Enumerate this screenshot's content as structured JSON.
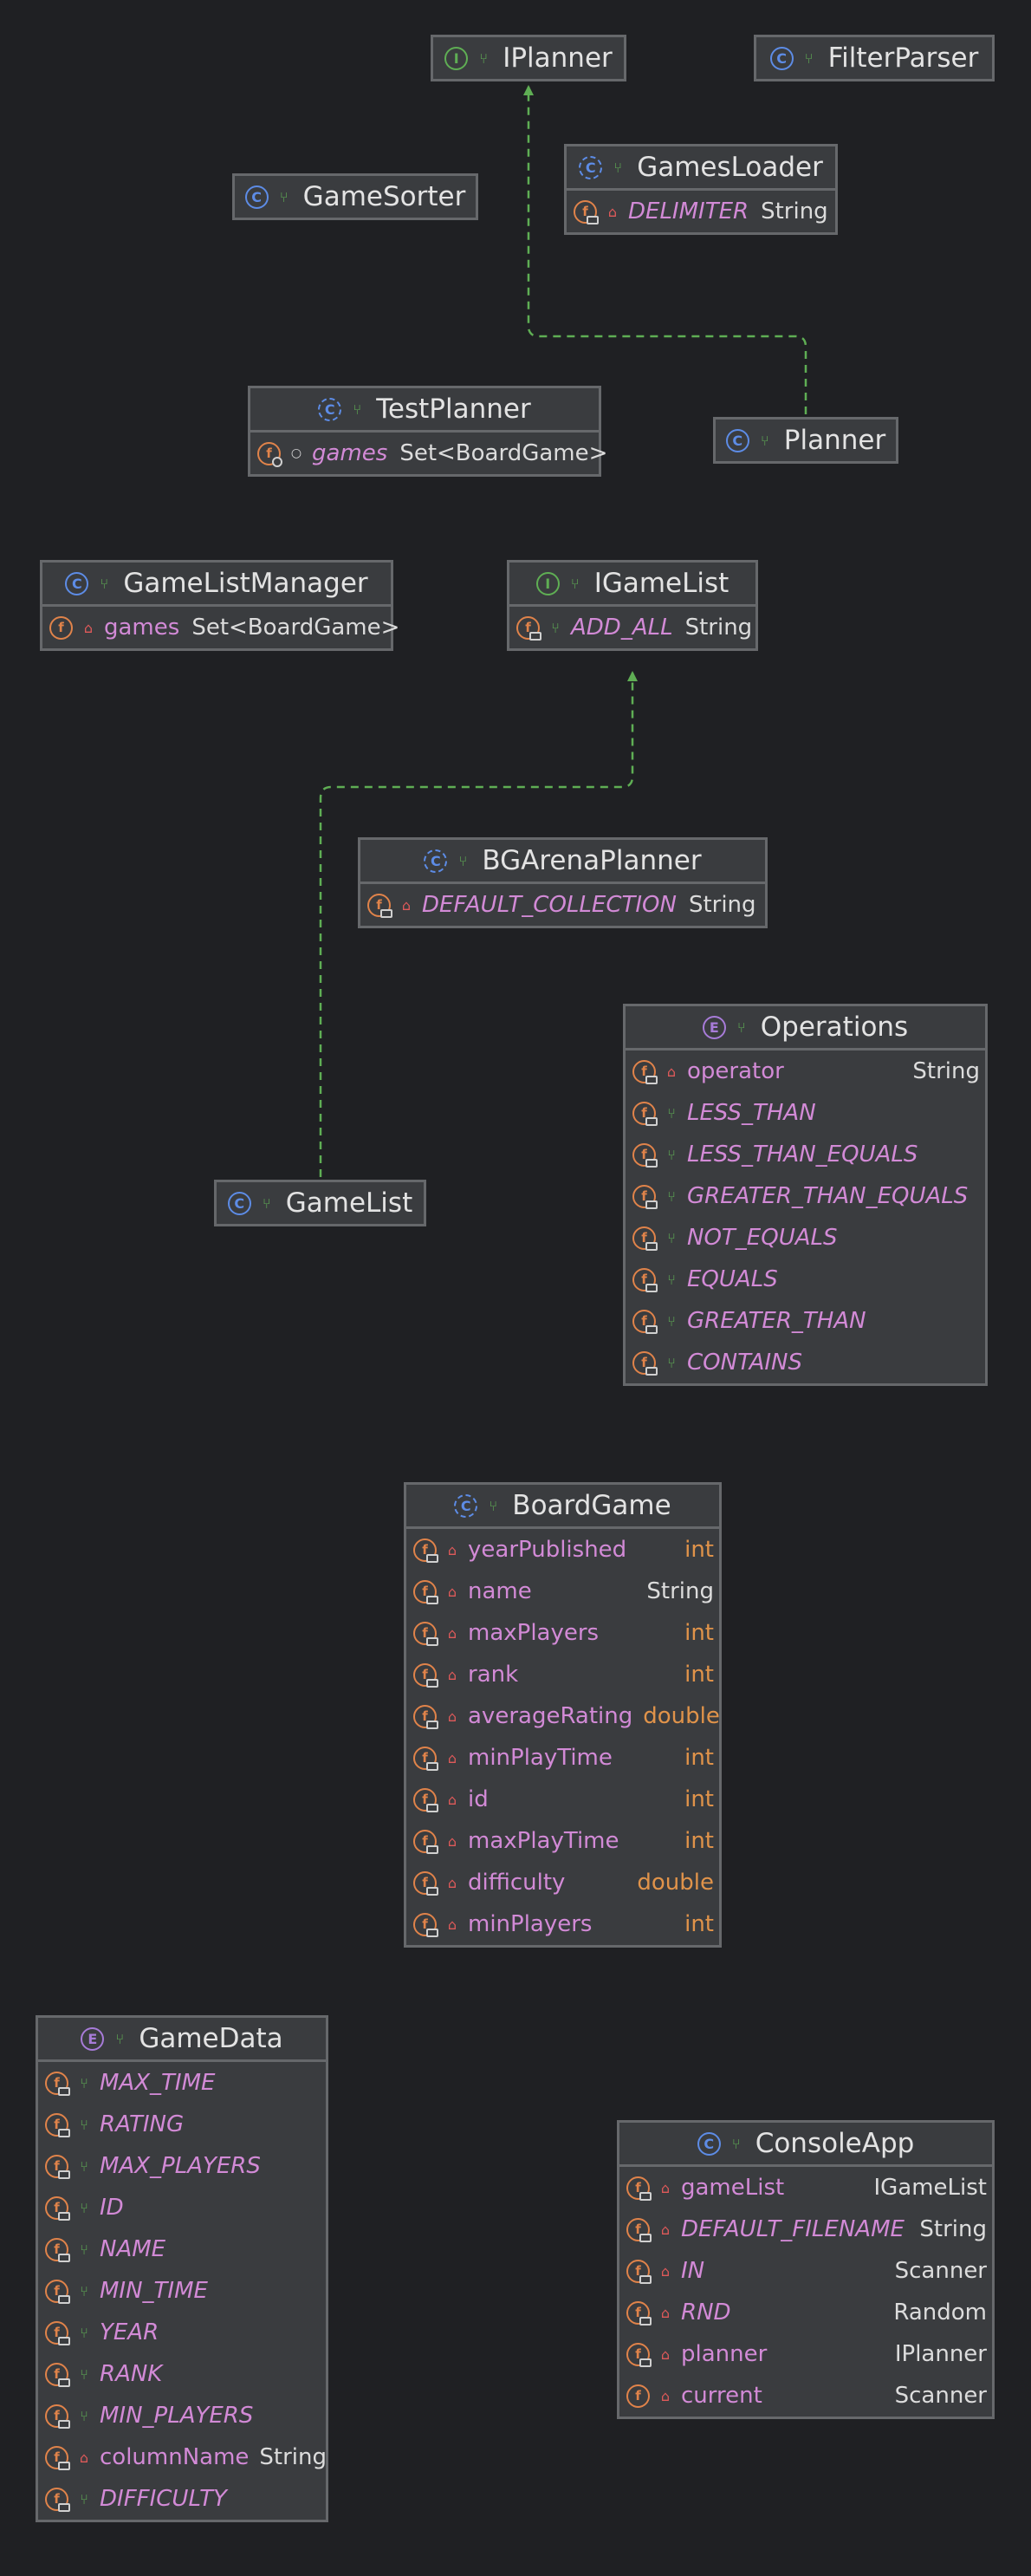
{
  "diagram": {
    "nodes": [
      {
        "id": "iplanner",
        "kind": "interface",
        "badge": "I",
        "name": "IPlanner",
        "fields": []
      },
      {
        "id": "filterparser",
        "kind": "class",
        "badge": "C",
        "name": "FilterParser",
        "fields": []
      },
      {
        "id": "gamesorter",
        "kind": "class",
        "badge": "C",
        "name": "GameSorter",
        "fields": []
      },
      {
        "id": "gamesloader",
        "kind": "class",
        "badge": "C",
        "name": "GamesLoader",
        "fields": [
          {
            "icon": "cf",
            "vis": "priv",
            "name": "DELIMITER",
            "type": "String",
            "static": true
          }
        ]
      },
      {
        "id": "testplanner",
        "kind": "class",
        "badge": "C",
        "name": "TestPlanner",
        "fields": [
          {
            "icon": "ef",
            "vis": "pkg",
            "name": "games",
            "type": "Set<BoardGame>",
            "static": true
          }
        ]
      },
      {
        "id": "planner",
        "kind": "class",
        "badge": "C",
        "name": "Planner",
        "fields": []
      },
      {
        "id": "gamelistmanager",
        "kind": "class",
        "badge": "C",
        "name": "GameListManager",
        "fields": [
          {
            "icon": "f",
            "vis": "priv",
            "name": "games",
            "type": "Set<BoardGame>",
            "static": false
          }
        ]
      },
      {
        "id": "igamelist",
        "kind": "interface",
        "badge": "I",
        "name": "IGameList",
        "fields": [
          {
            "icon": "cf",
            "vis": "pub",
            "name": "ADD_ALL",
            "type": "String",
            "static": true
          }
        ]
      },
      {
        "id": "bgarenaplanner",
        "kind": "class",
        "badge": "C",
        "name": "BGArenaPlanner",
        "fields": [
          {
            "icon": "cf",
            "vis": "priv",
            "name": "DEFAULT_COLLECTION",
            "type": "String",
            "static": true
          }
        ]
      },
      {
        "id": "operations",
        "kind": "enum",
        "badge": "E",
        "name": "Operations",
        "fields": [
          {
            "icon": "cf",
            "vis": "priv",
            "name": "operator",
            "type": "String",
            "static": false
          },
          {
            "icon": "cf",
            "vis": "pub",
            "name": "LESS_THAN",
            "type": "",
            "static": true
          },
          {
            "icon": "cf",
            "vis": "pub",
            "name": "LESS_THAN_EQUALS",
            "type": "",
            "static": true
          },
          {
            "icon": "cf",
            "vis": "pub",
            "name": "GREATER_THAN_EQUALS",
            "type": "",
            "static": true
          },
          {
            "icon": "cf",
            "vis": "pub",
            "name": "NOT_EQUALS",
            "type": "",
            "static": true
          },
          {
            "icon": "cf",
            "vis": "pub",
            "name": "EQUALS",
            "type": "",
            "static": true
          },
          {
            "icon": "cf",
            "vis": "pub",
            "name": "GREATER_THAN",
            "type": "",
            "static": true
          },
          {
            "icon": "cf",
            "vis": "pub",
            "name": "CONTAINS",
            "type": "",
            "static": true
          }
        ]
      },
      {
        "id": "gamelist",
        "kind": "class",
        "badge": "C",
        "name": "GameList",
        "fields": []
      },
      {
        "id": "boardgame",
        "kind": "class",
        "badge": "C",
        "name": "BoardGame",
        "fields": [
          {
            "icon": "cf",
            "vis": "priv",
            "name": "yearPublished",
            "type": "int",
            "static": false
          },
          {
            "icon": "cf",
            "vis": "priv",
            "name": "name",
            "type": "String",
            "static": false
          },
          {
            "icon": "cf",
            "vis": "priv",
            "name": "maxPlayers",
            "type": "int",
            "static": false
          },
          {
            "icon": "cf",
            "vis": "priv",
            "name": "rank",
            "type": "int",
            "static": false
          },
          {
            "icon": "cf",
            "vis": "priv",
            "name": "averageRating",
            "type": "double",
            "static": false
          },
          {
            "icon": "cf",
            "vis": "priv",
            "name": "minPlayTime",
            "type": "int",
            "static": false
          },
          {
            "icon": "cf",
            "vis": "priv",
            "name": "id",
            "type": "int",
            "static": false
          },
          {
            "icon": "cf",
            "vis": "priv",
            "name": "maxPlayTime",
            "type": "int",
            "static": false
          },
          {
            "icon": "cf",
            "vis": "priv",
            "name": "difficulty",
            "type": "double",
            "static": false
          },
          {
            "icon": "cf",
            "vis": "priv",
            "name": "minPlayers",
            "type": "int",
            "static": false
          }
        ]
      },
      {
        "id": "gamedata",
        "kind": "enum",
        "badge": "E",
        "name": "GameData",
        "fields": [
          {
            "icon": "cf",
            "vis": "pub",
            "name": "MAX_TIME",
            "type": "",
            "static": true
          },
          {
            "icon": "cf",
            "vis": "pub",
            "name": "RATING",
            "type": "",
            "static": true
          },
          {
            "icon": "cf",
            "vis": "pub",
            "name": "MAX_PLAYERS",
            "type": "",
            "static": true
          },
          {
            "icon": "cf",
            "vis": "pub",
            "name": "ID",
            "type": "",
            "static": true
          },
          {
            "icon": "cf",
            "vis": "pub",
            "name": "NAME",
            "type": "",
            "static": true
          },
          {
            "icon": "cf",
            "vis": "pub",
            "name": "MIN_TIME",
            "type": "",
            "static": true
          },
          {
            "icon": "cf",
            "vis": "pub",
            "name": "YEAR",
            "type": "",
            "static": true
          },
          {
            "icon": "cf",
            "vis": "pub",
            "name": "RANK",
            "type": "",
            "static": true
          },
          {
            "icon": "cf",
            "vis": "pub",
            "name": "MIN_PLAYERS",
            "type": "",
            "static": true
          },
          {
            "icon": "cf",
            "vis": "priv",
            "name": "columnName",
            "type": "String",
            "static": false
          },
          {
            "icon": "cf",
            "vis": "pub",
            "name": "DIFFICULTY",
            "type": "",
            "static": true
          }
        ]
      },
      {
        "id": "consoleapp",
        "kind": "class",
        "badge": "C",
        "name": "ConsoleApp",
        "fields": [
          {
            "icon": "cf",
            "vis": "priv",
            "name": "gameList",
            "type": "IGameList",
            "static": false
          },
          {
            "icon": "cf",
            "vis": "priv",
            "name": "DEFAULT_FILENAME",
            "type": "String",
            "static": true
          },
          {
            "icon": "cf",
            "vis": "priv",
            "name": "IN",
            "type": "Scanner",
            "static": true
          },
          {
            "icon": "cf",
            "vis": "priv",
            "name": "RND",
            "type": "Random",
            "static": true
          },
          {
            "icon": "cf",
            "vis": "priv",
            "name": "planner",
            "type": "IPlanner",
            "static": false
          },
          {
            "icon": "f",
            "vis": "priv",
            "name": "current",
            "type": "Scanner",
            "static": false
          }
        ]
      }
    ],
    "edges": [
      {
        "from": "planner",
        "to": "iplanner",
        "kind": "implements"
      },
      {
        "from": "gamelist",
        "to": "igamelist",
        "kind": "implements"
      }
    ],
    "colors": {
      "background": "#1f2023",
      "node_fill": "#3a3c3f",
      "node_border": "#66686b",
      "edge": "#5fae54",
      "field_name": "#d28ad6",
      "primitive_type": "#e0934a"
    }
  }
}
